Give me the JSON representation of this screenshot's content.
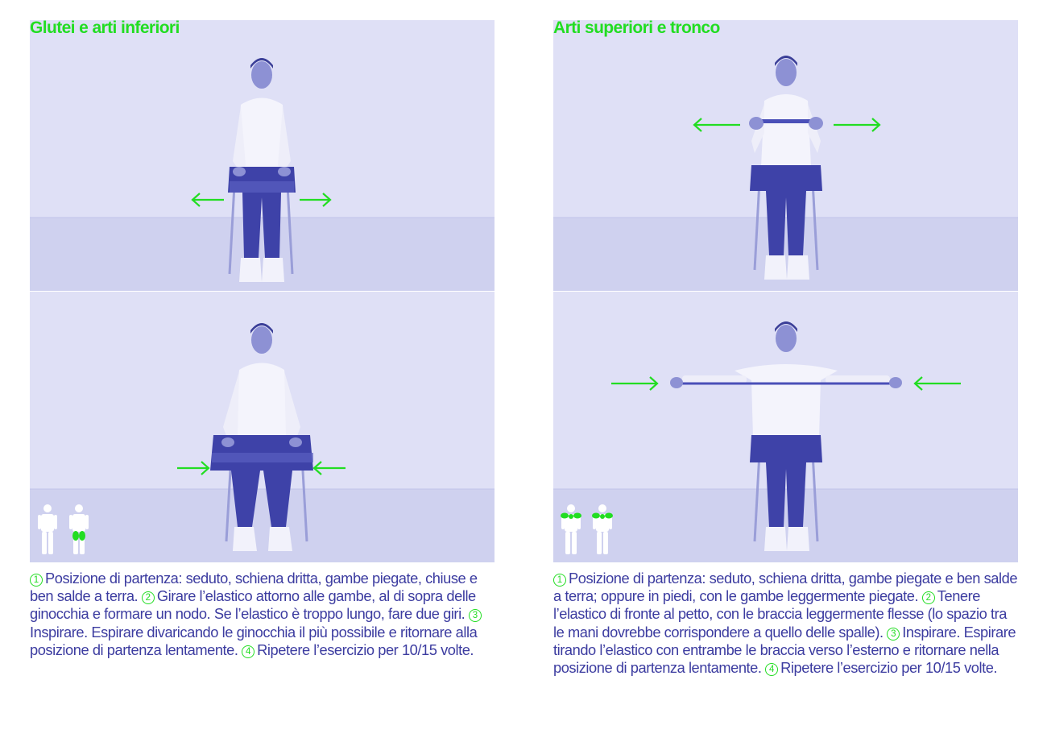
{
  "colors": {
    "accent": "#22dd22",
    "text": "#3c3ca0",
    "photo_tint": "#d4d6f2"
  },
  "left": {
    "title": "Glutei e arti inferiori",
    "steps": [
      {
        "num": "1",
        "text": "Posizione di partenza: seduto, schiena dritta, gambe piegate, chiuse e ben salde a terra."
      },
      {
        "num": "2",
        "text": "Girare l’elastico attorno alle gambe, al di sopra delle ginocchia e formare un nodo. Se l’elastico è troppo lungo, fare due giri."
      },
      {
        "num": "3",
        "text": "Inspirare. Espirare divaricando le ginocchia il più possibile e ritornare alla posizione di partenza lentamente."
      },
      {
        "num": "4",
        "text": "Ripetere l’esercizio per 10/15 volte."
      }
    ]
  },
  "right": {
    "title": "Arti superiori e tronco",
    "steps": [
      {
        "num": "1",
        "text": "Posizione di partenza: seduto, schiena dritta, gambe piegate e ben salde a terra; oppure in piedi, con le gambe leggermente piegate."
      },
      {
        "num": "2",
        "text": "Tenere l’elastico di fronte al petto, con le braccia leggermente flesse (lo spazio tra le mani dovrebbe corrispondere a quello delle spalle)."
      },
      {
        "num": "3",
        "text": "Inspirare. Espirare tirando l’elastico con entrambe le braccia verso l’esterno e ritornare nella posizione di partenza lentamente."
      },
      {
        "num": "4",
        "text": "Ripetere l’esercizio per 10/15 volte."
      }
    ]
  },
  "icons": {
    "arrow": "arrow-icon",
    "body_diagram": "body-diagram-icon"
  }
}
